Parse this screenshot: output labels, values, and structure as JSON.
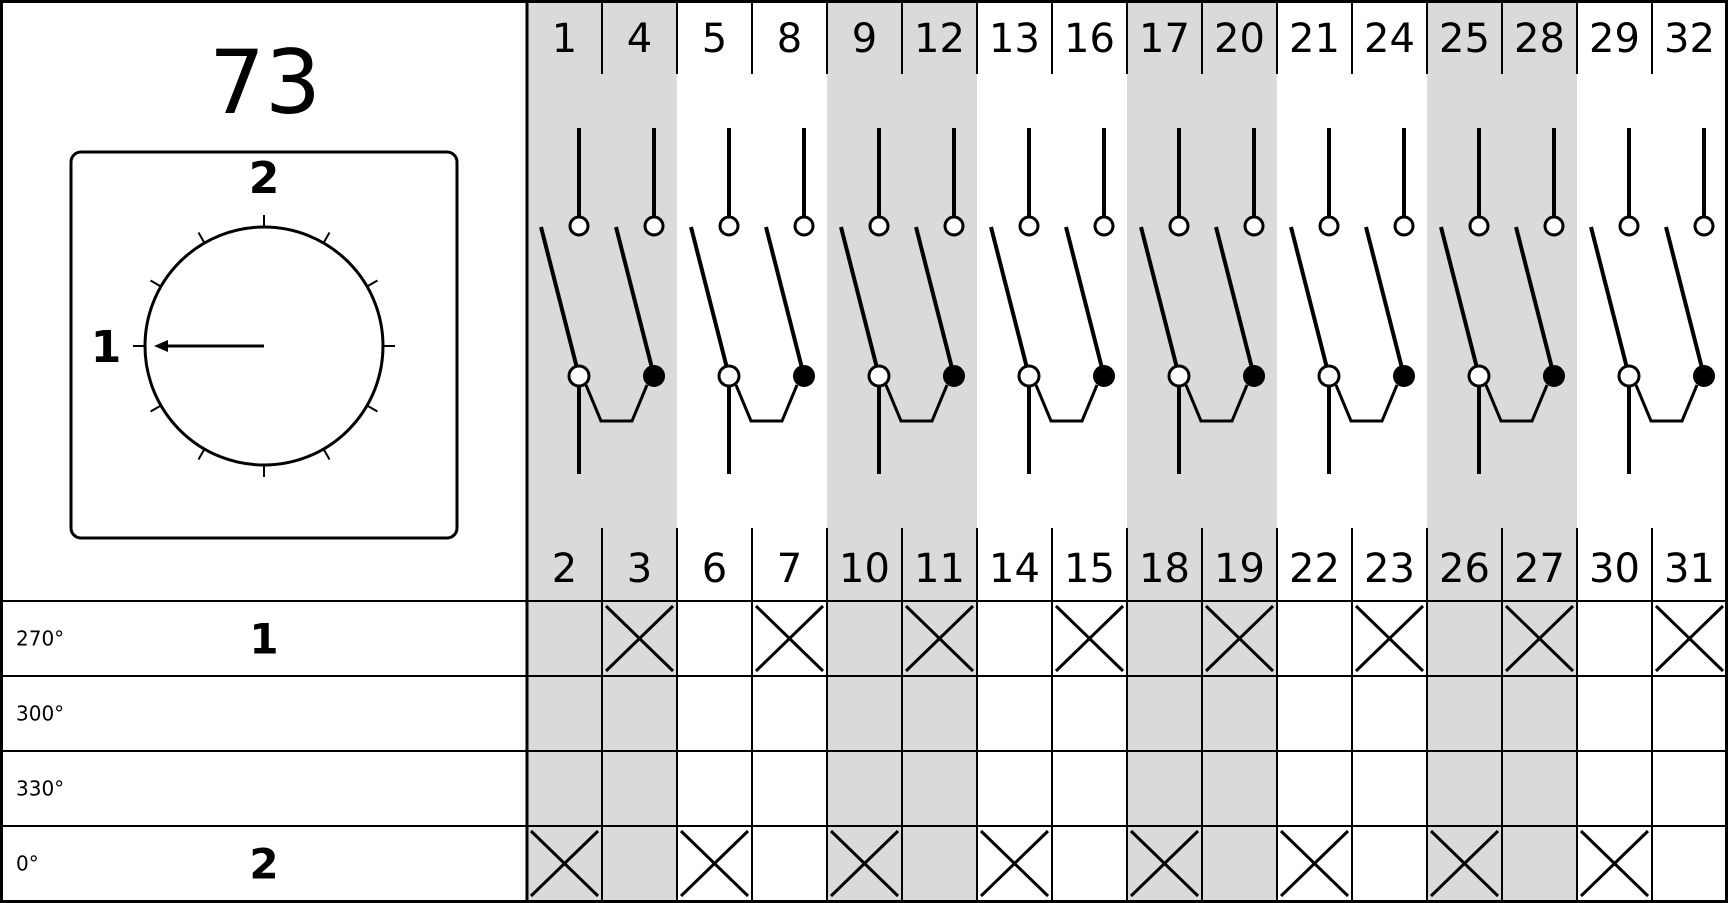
{
  "switch": {
    "program_number": "73",
    "dial": {
      "position_labels": [
        "2",
        "1"
      ]
    }
  },
  "contacts": {
    "top_terminals": [
      "1",
      "4",
      "5",
      "8",
      "9",
      "12",
      "13",
      "16",
      "17",
      "20",
      "21",
      "24",
      "25",
      "28",
      "29",
      "32"
    ],
    "bottom_terminals": [
      "2",
      "3",
      "6",
      "7",
      "10",
      "11",
      "14",
      "15",
      "18",
      "19",
      "22",
      "23",
      "26",
      "27",
      "30",
      "31"
    ]
  },
  "positions_table": {
    "rows": [
      {
        "angle": "270°",
        "position": "1",
        "closed_contacts": [
          1,
          3,
          5,
          7,
          9,
          11,
          13,
          15
        ]
      },
      {
        "angle": "300°",
        "position": "",
        "closed_contacts": []
      },
      {
        "angle": "330°",
        "position": "",
        "closed_contacts": []
      },
      {
        "angle": "0°",
        "position": "2",
        "closed_contacts": [
          0,
          2,
          4,
          6,
          8,
          10,
          12,
          14
        ]
      }
    ]
  },
  "colors": {
    "line": "#000000",
    "shade": "#dadada",
    "background": "#ffffff"
  }
}
